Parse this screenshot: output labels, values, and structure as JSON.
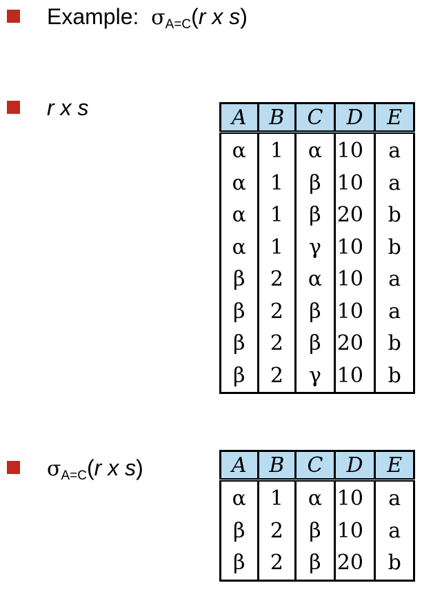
{
  "items": [
    {
      "label": "Example:",
      "sigma": "σ",
      "subscript": "A=C",
      "open_paren": "(",
      "r": "r",
      "x": "x",
      "s": "s",
      "close_paren": ")"
    },
    {
      "r": "r",
      "x": "x",
      "s": "s"
    },
    {
      "sigma": "σ",
      "subscript": "A=C",
      "open_paren": "(",
      "r": "r",
      "x": "x",
      "s": "s",
      "close_paren": ")"
    }
  ],
  "tables": {
    "product": {
      "columns": [
        "A",
        "B",
        "C",
        "D",
        "E"
      ],
      "rows": [
        [
          "α",
          "1",
          "α",
          "10",
          "a"
        ],
        [
          "α",
          "1",
          "β",
          "10",
          "a"
        ],
        [
          "α",
          "1",
          "β",
          "20",
          "b"
        ],
        [
          "α",
          "1",
          "γ",
          "10",
          "b"
        ],
        [
          "β",
          "2",
          "α",
          "10",
          "a"
        ],
        [
          "β",
          "2",
          "β",
          "10",
          "a"
        ],
        [
          "β",
          "2",
          "β",
          "20",
          "b"
        ],
        [
          "β",
          "2",
          "γ",
          "10",
          "b"
        ]
      ]
    },
    "selection": {
      "columns": [
        "A",
        "B",
        "C",
        "D",
        "E"
      ],
      "rows": [
        [
          "α",
          "1",
          "α",
          "10",
          "a"
        ],
        [
          "β",
          "2",
          "β",
          "10",
          "a"
        ],
        [
          "β",
          "2",
          "β",
          "20",
          "b"
        ]
      ]
    }
  },
  "colors": {
    "bullet": "#c0291e",
    "header_fill": "#b9dcf0"
  }
}
